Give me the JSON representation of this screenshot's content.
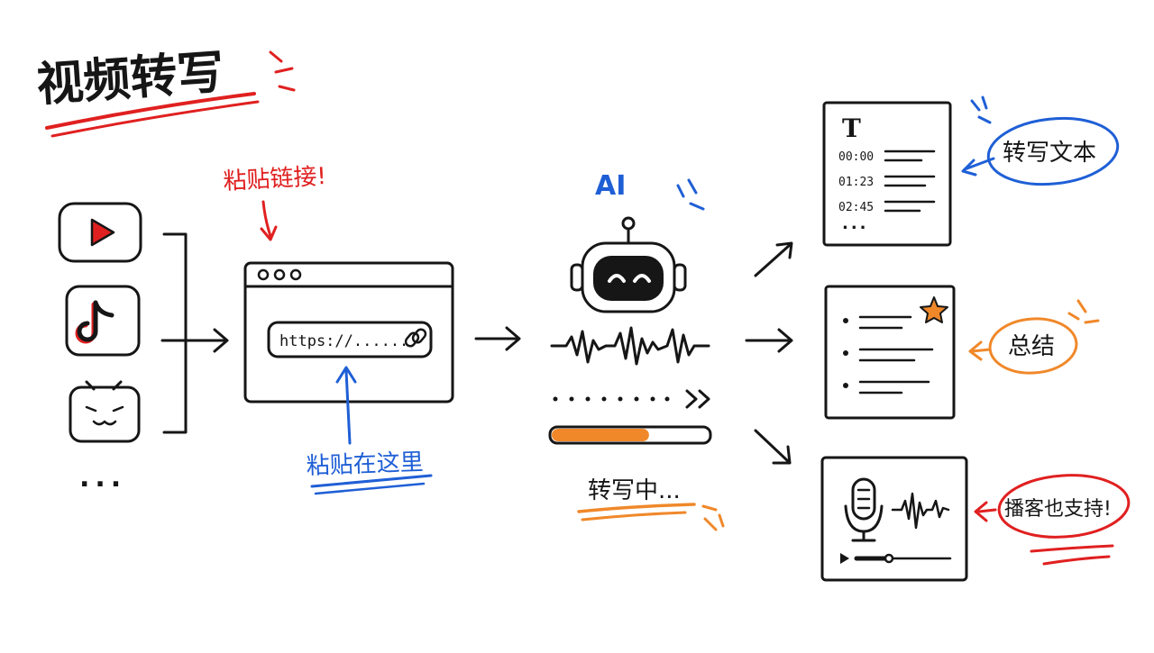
{
  "title": "视频转写",
  "annotations": {
    "paste_link": "粘贴链接!",
    "paste_here": "粘贴在这里",
    "ai": "AI",
    "transcribing": "转写中...",
    "transcript": "转写文本",
    "summary": "总结",
    "podcast": "播客也支持!"
  },
  "sources": {
    "more": "..."
  },
  "browser": {
    "url": "https://......"
  },
  "transcript_doc": {
    "heading": "T",
    "timestamps": [
      "00:00",
      "01:23",
      "02:45"
    ],
    "more": "..."
  },
  "progress": {
    "fraction": 0.62
  },
  "colors": {
    "ink": "#161616",
    "red": "#e02020",
    "blue": "#1f5fd6",
    "orange": "#f0882a"
  }
}
